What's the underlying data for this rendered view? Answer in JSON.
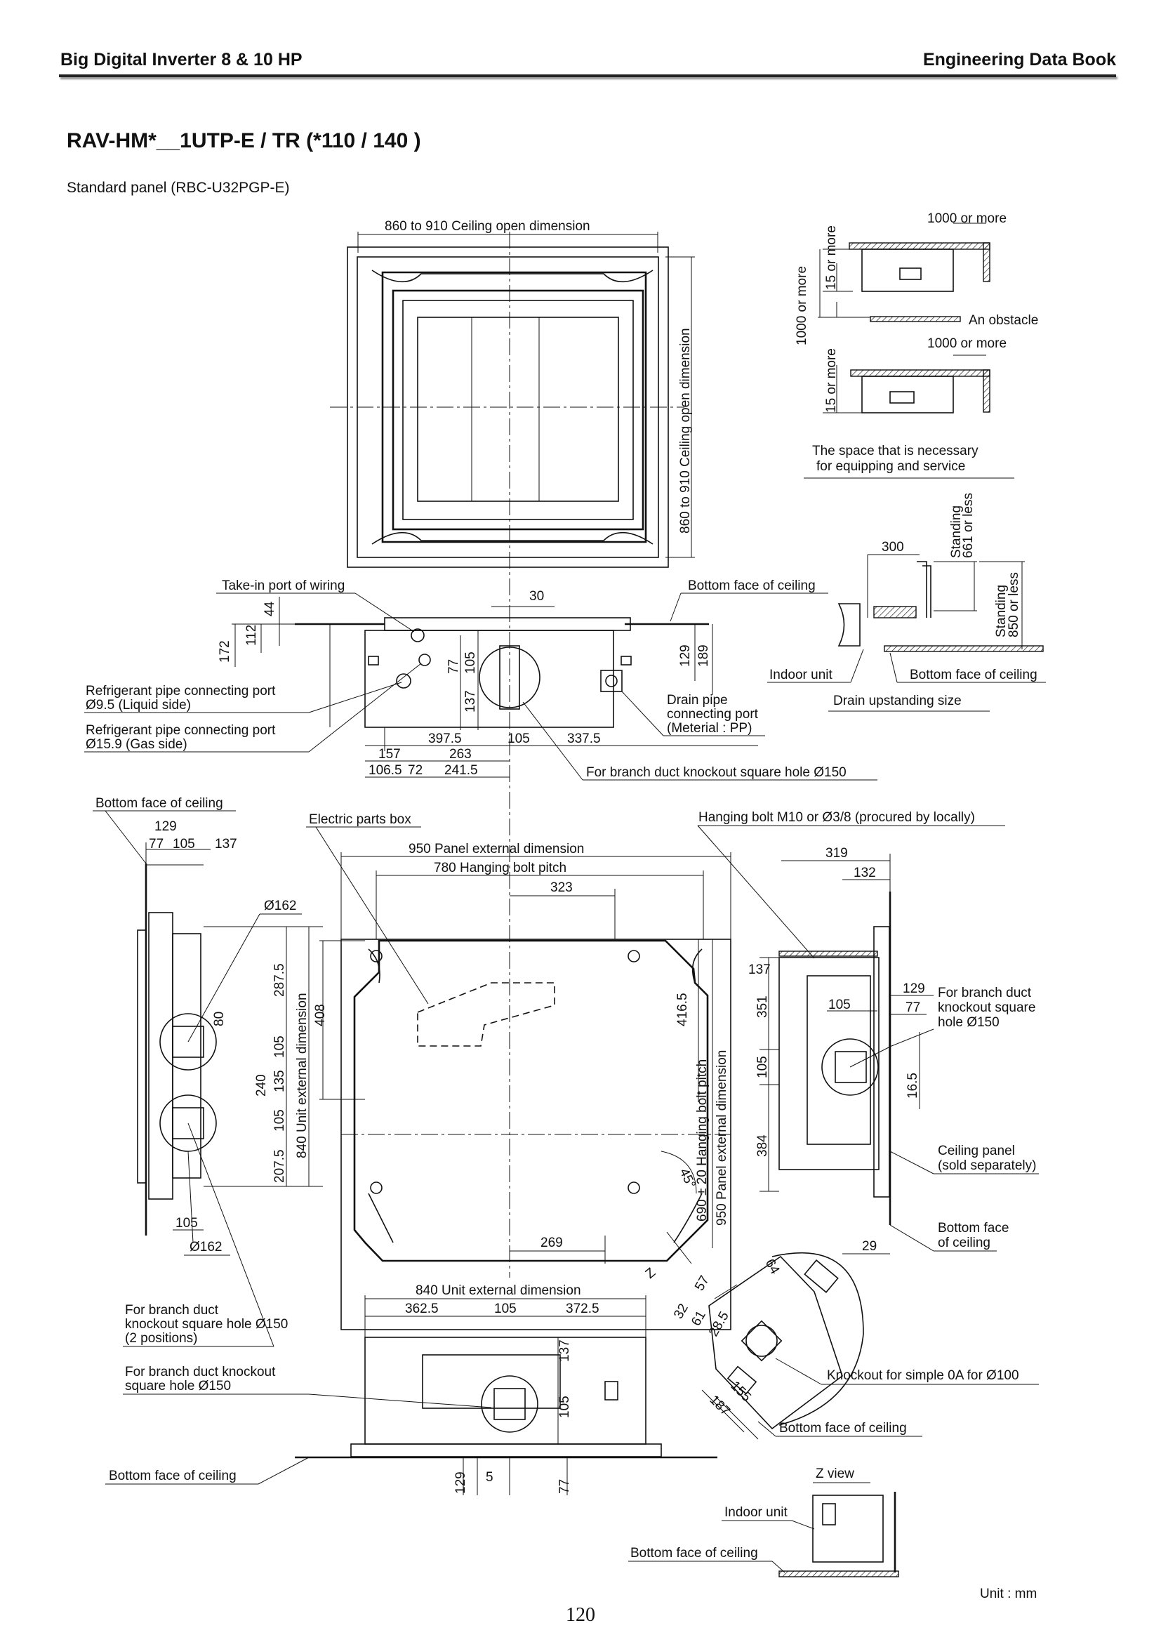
{
  "header": {
    "left": "Big Digital Inverter 8 & 10 HP",
    "right": "Engineering Data Book"
  },
  "title": "RAV-HM*__1UTP-E / TR (*110 / 140 )",
  "subtitle": "Standard panel (RBC-U32PGP-E)",
  "page_number": "120",
  "labels": {
    "ceil_open_h": "860 to 910 Ceiling open dimension",
    "ceil_open_v": "860 to 910 Ceiling open dimension",
    "svc_1000": "1000 or more",
    "svc_15_a": "15 or more",
    "svc_1000_v": "1000 or more",
    "obstacle": "An obstacle",
    "svc_1000_b": "1000 or more",
    "svc_15_b": "15 or more",
    "svc_note1": "The space that is necessary",
    "svc_note2": "for equipping and service",
    "dr_300": "300",
    "dr_st1a": "Standing",
    "dr_st1b": "661 or less",
    "dr_st2a": "Standing",
    "dr_st2b": "850 or less",
    "dr_indoor": "Indoor unit",
    "dr_bottom": "Bottom face of ceiling",
    "dr_title": "Drain upstanding size",
    "take_in": "Take-in port of wiring",
    "bottom_face_1": "Bottom face of ceiling",
    "d30": "30",
    "d44": "44",
    "d112": "112",
    "d172": "172",
    "d77a": "77",
    "d105a": "105",
    "d137a": "137",
    "d129a": "129",
    "d189": "189",
    "ref1a": "Refrigerant pipe connecting port",
    "ref1b": "Ø9.5 (Liquid side)",
    "ref2a": "Refrigerant pipe connecting port",
    "ref2b": "Ø15.9 (Gas side)",
    "drain1": "Drain pipe",
    "drain2": "connecting port",
    "drain3": "(Meterial : PP)",
    "d397": "397.5",
    "d105b": "105",
    "d337": "337.5",
    "d157": "157",
    "d263": "263",
    "d1065": "106.5",
    "d72": "72",
    "d2415": "241.5",
    "branch1": "For branch duct knockout square hole Ø150",
    "bottom_face_2": "Bottom face of ceiling",
    "d129b": "129",
    "d77b": "77",
    "d105c": "105",
    "d137b": "137",
    "d162a": "Ø162",
    "d2875": "287.5",
    "d80": "80",
    "d105d": "105",
    "d240": "240",
    "d135": "135",
    "d105e": "105",
    "d2075": "207.5",
    "d105f": "105",
    "d162b": "Ø162",
    "d840v": "840 Unit external dimension",
    "elec_box": "Electric parts box",
    "d950h": "950 Panel external dimension",
    "d780": "780 Hanging bolt pitch",
    "d323": "323",
    "d408": "408",
    "d4165": "416.5",
    "d690": "690 ± 20 Hanging bolt pitch",
    "d950v": "950 Panel external dimension",
    "d45": "45°",
    "d269": "269",
    "hanging": "Hanging bolt M10 or Ø3/8 (procured by locally)",
    "d319": "319",
    "d132": "132",
    "d137c": "137",
    "d351": "351",
    "d105g": "105",
    "d384": "384",
    "d105h": "105",
    "d129c": "129",
    "d77c": "77",
    "d165": "16.5",
    "branch_r1": "For branch duct",
    "branch_r2": "knockout square",
    "branch_r3": "hole Ø150",
    "panel1": "Ceiling panel",
    "panel2": "(sold separately)",
    "bottom_r1": "Bottom face",
    "bottom_r2": "of ceiling",
    "d29": "29",
    "branch2a": "For branch duct",
    "branch2b": "knockout square hole Ø150",
    "branch2c": "(2 positions)",
    "branch3a": "For branch duct knockout",
    "branch3b": "square hole Ø150",
    "bottom_face_3": "Bottom face of ceiling",
    "d840h": "840 Unit external dimension",
    "d3625": "362.5",
    "d105i": "105",
    "d3725": "372.5",
    "d137d": "137",
    "d105j": "105",
    "d129d": "129",
    "d5": "5",
    "d77d": "77",
    "z_letter": "Z",
    "d57": "57",
    "d64": "64",
    "d32": "32",
    "d61": "61",
    "d285": "28.5",
    "d155": "155",
    "d187": "187",
    "knockout": "Knockout for simple 0A for Ø100",
    "bottom_face_4": "Bottom face of ceiling",
    "zview": "Z view",
    "zv_indoor": "Indoor unit",
    "zv_bottom": "Bottom face of ceiling",
    "unit": "Unit : mm"
  }
}
